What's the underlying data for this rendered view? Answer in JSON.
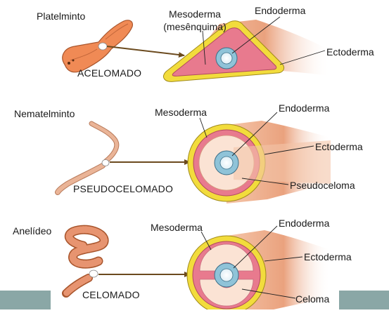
{
  "panels": {
    "acelomado": {
      "organism": "Platelminto",
      "type_label": "ACELOMADO",
      "mesoderm": "Mesoderma",
      "mesoderm_note": "(mesênquima)",
      "endoderm": "Endoderma",
      "ectoderm": "Ectoderma"
    },
    "pseudocelomado": {
      "organism": "Nematelminto",
      "type_label": "PSEUDOCELOMADO",
      "mesoderm": "Mesoderma",
      "endoderm": "Endoderma",
      "ectoderm": "Ectoderma",
      "cavity": "Pseudoceloma"
    },
    "celomado": {
      "organism": "Anelídeo",
      "type_label": "CELOMADO",
      "mesoderm": "Mesoderma",
      "endoderm": "Endoderma",
      "ectoderm": "Ectoderma",
      "cavity": "Celoma"
    }
  },
  "colors": {
    "ectoderm": "#f2dc3c",
    "mesoderm": "#e87a8e",
    "endoderm": "#8fc3d8",
    "body_wall": "#eab08e",
    "arrow": "#6b4a1e",
    "bottom_bar": "#8aa7a6"
  }
}
